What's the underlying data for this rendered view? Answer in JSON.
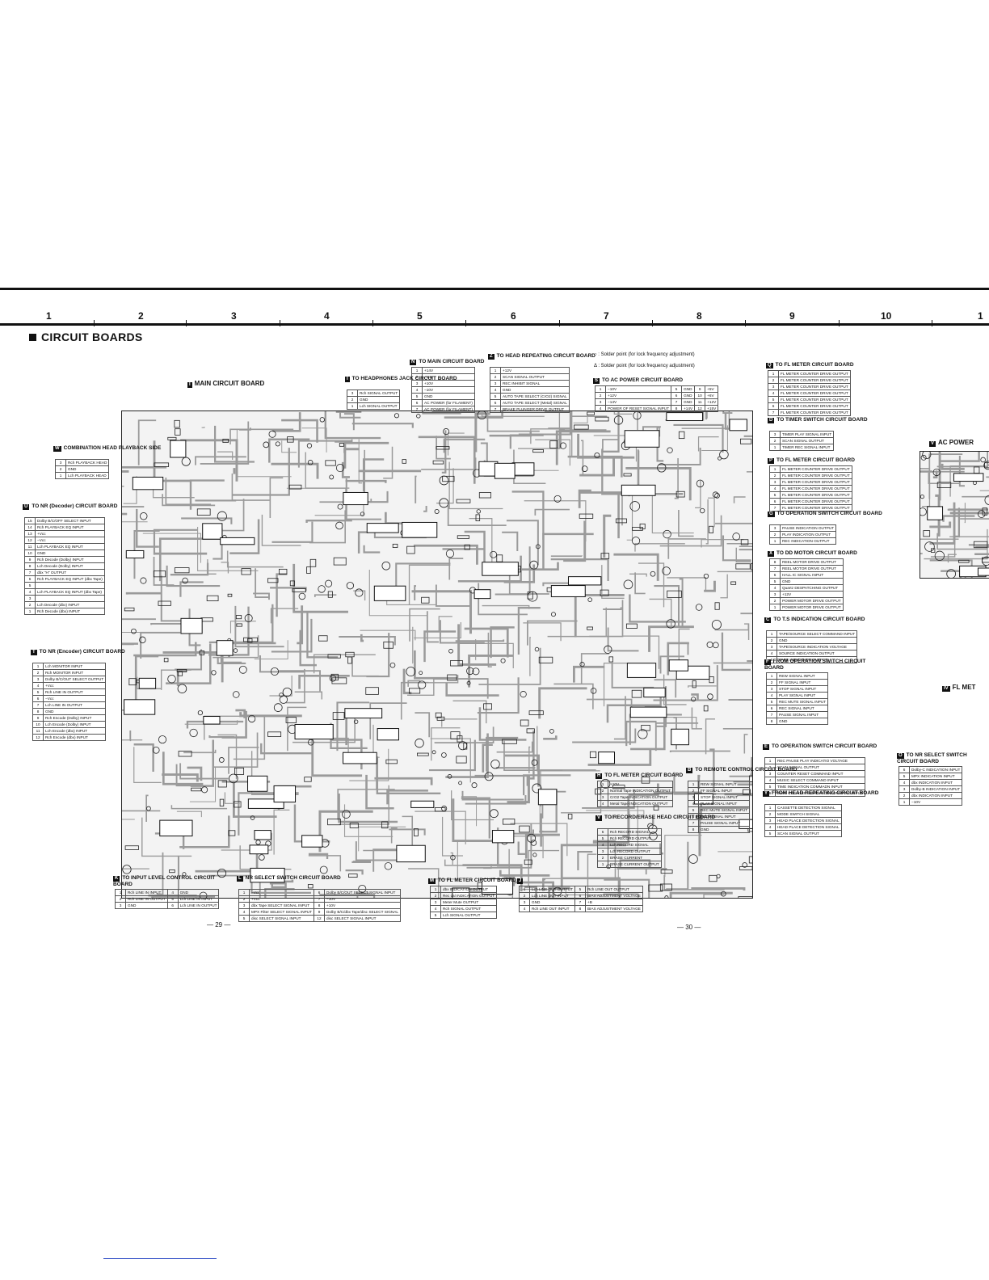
{
  "grid_numbers": [
    "1",
    "2",
    "3",
    "4",
    "5",
    "6",
    "7",
    "8",
    "9",
    "10",
    "1"
  ],
  "title": "CIRCUIT BOARDS",
  "main_board_label": "MAIN CIRCUIT BOARD",
  "main_board_tag": "I",
  "solder_notes": [
    "○ : Solder point (for lock frequency adjustment)",
    "Δ : Solder point (for lock frequency adjustment)"
  ],
  "connectors": [
    {
      "id": "N",
      "title": "TO MAIN CIRCUIT BOARD",
      "rows": [
        [
          "1",
          "+14V"
        ],
        [
          "2",
          "−14V"
        ],
        [
          "3",
          "+10V"
        ],
        [
          "4",
          "−10V"
        ],
        [
          "5",
          "GND"
        ],
        [
          "6",
          "AC POWER (for FILAMENT)"
        ],
        [
          "7",
          "AC POWER (for FILAMENT)"
        ]
      ]
    },
    {
      "id": "I",
      "title": "TO HEADPHONES JACK CIRCUIT BOARD",
      "rows": [
        [
          "3",
          "Rch SIGNAL OUTPUT"
        ],
        [
          "2",
          "GND"
        ],
        [
          "1",
          "Lch SIGNAL OUTPUT"
        ]
      ]
    },
    {
      "id": "Z",
      "title": "TO HEAD REPEATING CIRCUIT BOARD",
      "rows": [
        [
          "1",
          "+12V"
        ],
        [
          "2",
          "SCAN SIGNAL OUTPUT"
        ],
        [
          "3",
          "REC INHIBIT SIGNAL"
        ],
        [
          "4",
          "GND"
        ],
        [
          "5",
          "AUTO TAPE SELECT (CrO2) SIGNAL"
        ],
        [
          "6",
          "AUTO TAPE SELECT (Metal) SIGNAL"
        ],
        [
          "7",
          "BRAKE PLUNGER DRIVE OUTPUT"
        ]
      ]
    },
    {
      "id": "S",
      "title": "TO AC POWER CIRCUIT BOARD",
      "rows": [
        [
          "1",
          "−10V",
          "5",
          "GND",
          "9",
          "+5V"
        ],
        [
          "2",
          "+12V",
          "6",
          "GND",
          "10",
          "+6V"
        ],
        [
          "3",
          "−14V",
          "7",
          "GND",
          "11",
          "+12V"
        ],
        [
          "4",
          "POWER OF RESET SIGNAL INPUT",
          "8",
          "+14V",
          "12",
          "+15V"
        ]
      ]
    },
    {
      "id": "Q",
      "title": "TO FL METER CIRCUIT BOARD",
      "rows": [
        [
          "1",
          "FL METER COUNTER DRIVE OUTPUT"
        ],
        [
          "2",
          "FL METER COUNTER DRIVE OUTPUT"
        ],
        [
          "3",
          "FL METER COUNTER DRIVE OUTPUT"
        ],
        [
          "4",
          "FL METER COUNTER DRIVE OUTPUT"
        ],
        [
          "5",
          "FL METER COUNTER DRIVE OUTPUT"
        ],
        [
          "6",
          "FL METER COUNTER DRIVE OUTPUT"
        ],
        [
          "7",
          "FL METER COUNTER DRIVE OUTPUT"
        ]
      ]
    },
    {
      "id": "D",
      "title": "TO TIMER SWITCH CIRCUIT BOARD",
      "rows": [
        [
          "3",
          "TIMER PLAY SIGNAL INPUT"
        ],
        [
          "2",
          "SCAN SIGNAL OUTPUT"
        ],
        [
          "1",
          "TIMER REC SIGNAL INPUT"
        ]
      ]
    },
    {
      "id": "P",
      "title": "TO FL METER CIRCUIT BOARD",
      "rows": [
        [
          "1",
          "FL METER COUNTER DRIVE OUTPUT"
        ],
        [
          "2",
          "FL METER COUNTER DRIVE OUTPUT"
        ],
        [
          "3",
          "FL METER COUNTER DRIVE OUTPUT"
        ],
        [
          "4",
          "FL METER COUNTER DRIVE OUTPUT"
        ],
        [
          "5",
          "FL METER COUNTER DRIVE OUTPUT"
        ],
        [
          "6",
          "FL METER COUNTER DRIVE OUTPUT"
        ],
        [
          "7",
          "FL METER COUNTER DRIVE OUTPUT"
        ]
      ]
    },
    {
      "id": "G",
      "title": "TO OPERATION SWITCH CIRCUIT BOARD",
      "rows": [
        [
          "3",
          "PAUSE INDICATION OUTPUT"
        ],
        [
          "2",
          "PLAY INDICATION OUTPUT"
        ],
        [
          "1",
          "REC INDICATION OUTPUT"
        ]
      ]
    },
    {
      "id": "X",
      "title": "TO DD MOTOR CIRCUIT BOARD",
      "rows": [
        [
          "8",
          "REEL MOTOR DRIVE OUTPUT"
        ],
        [
          "7",
          "REEL MOTOR DRIVE OUTPUT"
        ],
        [
          "6",
          "HALL IC SIGNAL INPUT"
        ],
        [
          "5",
          "GND"
        ],
        [
          "4",
          "Quartz DESPATCHING OUTPUT"
        ],
        [
          "3",
          "+12V"
        ],
        [
          "2",
          "POWER MOTOR DRIVE OUTPUT"
        ],
        [
          "1",
          "POWER MOTOR DRIVE OUTPUT"
        ]
      ]
    },
    {
      "id": "C",
      "title": "TO T.S INDICATION CIRCUIT BOARD",
      "rows": [
        [
          "1",
          "TAPE/SOURCE SELECT COMMAND INPUT"
        ],
        [
          "2",
          "GND"
        ],
        [
          "3",
          "TAPE/SOURCE INDICATION VOLTAGE"
        ],
        [
          "4",
          "SOURCE INDICATION OUTPUT"
        ],
        [
          "5",
          "TAPE INDICATION OUTPUT"
        ]
      ]
    },
    {
      "id": "F",
      "title": "FROM OPERATION SWITCH CIRCUIT BOARD",
      "rows": [
        [
          "1",
          "REW SIGNAL INPUT"
        ],
        [
          "2",
          "FF SIGNAL INPUT"
        ],
        [
          "3",
          "STOP SIGNAL INPUT"
        ],
        [
          "4",
          "PLAY SIGNAL INPUT"
        ],
        [
          "5",
          "REC MUTE SIGNAL INPUT"
        ],
        [
          "6",
          "REC SIGNAL INPUT"
        ],
        [
          "7",
          "PAUSE SIGNAL INPUT"
        ],
        [
          "8",
          "GND"
        ]
      ]
    },
    {
      "id": "E",
      "title": "TO OPERATION SWITCH CIRCUIT BOARD",
      "rows": [
        [
          "1",
          "REC PAUSE PLAY INDICATIO VOLTAGE"
        ],
        [
          "2",
          "SCAN SIGNAL OUTPUT"
        ],
        [
          "3",
          "COUNTER RESET COMMAND INPUT"
        ],
        [
          "4",
          "MUSIC SELECT COMMAND INPUT"
        ],
        [
          "5",
          "TIME INDICATION COMMADN INPUT"
        ],
        [
          "6",
          "TAPE COUNTER INDICATION COMMAND INPUT"
        ]
      ]
    },
    {
      "id": "Y",
      "title": "FROM HEAD REPEATING CIRCUIT BOARD",
      "rows": [
        [
          "1",
          "CASSETTE DETECTION SIGNAL"
        ],
        [
          "2",
          "MODE SWITCH SIGNAL"
        ],
        [
          "3",
          "HEAD PLACE DETECTION SIGNAL"
        ],
        [
          "4",
          "HEAD PLACE DETECTION SIGNAL"
        ],
        [
          "5",
          "SCAN SIGNAL OUTPUT"
        ]
      ]
    },
    {
      "id": "B",
      "title": "TO REMOTE CONTROL CIRCUIT BOARD",
      "rows": [
        [
          "1",
          "REW SIGNAL INPUT"
        ],
        [
          "2",
          "FF SIGNAL INPUT"
        ],
        [
          "3",
          "STOP SIGNAL INPUT"
        ],
        [
          "4",
          "PLAY SIGNAL INPUT"
        ],
        [
          "5",
          "REC MUTE SIGNAL INPUT"
        ],
        [
          "6",
          "REC SIGNAL INPUT"
        ],
        [
          "7",
          "PAUSE SIGNAL INPUT"
        ],
        [
          "8",
          "GND"
        ]
      ]
    },
    {
      "id": "H",
      "title": "TO FL METER CIRCUIT BOARD",
      "rows": [
        [
          "1",
          "+10V"
        ],
        [
          "2",
          "Normal Tape INDICATION OUTPUT"
        ],
        [
          "3",
          "CrO2 Tape INDICATION OUTPUT"
        ],
        [
          "4",
          "Metal Tape INDICATION OUTPUT"
        ]
      ]
    },
    {
      "id": "V",
      "title": "TO/RECORD/ERASE HEAD CIRCUIT BOARD",
      "rows": [
        [
          "6",
          "Rch RECORD SIGNAL"
        ],
        [
          "5",
          "Rch RECORD OUTPUT"
        ],
        [
          "4",
          "Lch RECORD SIGNAL"
        ],
        [
          "3",
          "Lch RECORD OUTPUT"
        ],
        [
          "2",
          "ERASE CURRENT"
        ],
        [
          "1",
          "ERASE CURRENT OUTPUT"
        ]
      ]
    },
    {
      "id": "O",
      "title": "TO NR SELECT SWITCH CIRCUIT BOARD",
      "rows": [
        [
          "6",
          "Dolby-C INDICATION INPUT"
        ],
        [
          "5",
          "MPX INDICATION INPUT"
        ],
        [
          "4",
          "dbx INDICATION INPUT"
        ],
        [
          "3",
          "Dolby-B INDICATION INPUT"
        ],
        [
          "2",
          "dbx INDICATION INPUT"
        ],
        [
          "1",
          "−10V"
        ]
      ]
    },
    {
      "id": "W",
      "title": "COMBINATION HEAD PLAYBACK SIDE",
      "rows": [
        [
          "3",
          "Rch PLAYBACK HEAD"
        ],
        [
          "2",
          "GND"
        ],
        [
          "1",
          "Lch PLAYBACK HEAD"
        ]
      ]
    },
    {
      "id": "U",
      "title": "TO NR (Decoder) CIRCUIT BOARD",
      "rows": [
        [
          "15",
          "Dolby B/C/OFF SELECT INPUT"
        ],
        [
          "14",
          "Rch PLAYBACK EQ INPUT"
        ],
        [
          "13",
          "+Vcc"
        ],
        [
          "12",
          "−Vcc"
        ],
        [
          "11",
          "Lch PLAYBACK EQ INPUT"
        ],
        [
          "10",
          "GND"
        ],
        [
          "9",
          "Rch Decode (Dolby) INPUT"
        ],
        [
          "8",
          "Lch Decode (Dolby) INPUT"
        ],
        [
          "7",
          "dbx \"H\" OUTPUT"
        ],
        [
          "6",
          "Rch PLAYBACK EQ INPUT (dbx Tape)"
        ],
        [
          "5",
          ""
        ],
        [
          "4",
          "Lch PLAYBACK EQ INPUT (dbx Tape)"
        ],
        [
          "3",
          ""
        ],
        [
          "2",
          "Lch Decode (dbx) INPUT"
        ],
        [
          "1",
          "Rch Decode (dbx) INPUT"
        ]
      ]
    },
    {
      "id": "T",
      "title": "TO NR (Encoder) CIRCUIT BOARD",
      "rows": [
        [
          "1",
          "Lch MONITOR INPUT"
        ],
        [
          "2",
          "Rch MONITOR INPUT"
        ],
        [
          "3",
          "Dolby B/C/OUT SELECT OUTPUT"
        ],
        [
          "4",
          "+Vcc"
        ],
        [
          "5",
          "Rch LINE IN OUTPUT"
        ],
        [
          "6",
          "−Vcc"
        ],
        [
          "7",
          "Lch LINE IN OUTPUT"
        ],
        [
          "8",
          "GND"
        ],
        [
          "9",
          "Rch Encode (Dolby) INPUT"
        ],
        [
          "10",
          "Lch Encode (Dolby) INPUT"
        ],
        [
          "11",
          "Lch Encode (dbx) INPUT"
        ],
        [
          "12",
          "Rch Encode (dbx) INPUT"
        ]
      ]
    },
    {
      "id": "K",
      "title": "TO INPUT LEVEL CONTROL CIRCUIT BOARD",
      "rows": [
        [
          "1",
          "Rch LINE IN INPUT",
          "4",
          "GND"
        ],
        [
          "2",
          "Rch LINE IN OUTPUT",
          "5",
          "Lch LINE IN INPUT"
        ],
        [
          "3",
          "GND",
          "6",
          "Lch LINE IN OUTPUT"
        ]
      ]
    },
    {
      "id": "L",
      "title": "NR SELECT SWITCH CIRCUIT BOARD",
      "rows": [
        [
          "1",
          "−Vcc",
          "6",
          "Dolby B/C/OUT SELECT SIGNAL INPUT"
        ],
        [
          "2",
          "+Vcc",
          "7",
          "−10V"
        ],
        [
          "3",
          "dbx Tape SELECT SIGNAL INPUT",
          "8",
          "+10V"
        ],
        [
          "4",
          "MPX Filter SELECT SIGNAL INPUT",
          "9",
          "Dolby B/C/dbx Tape/disc SELECT SIGNAL"
        ],
        [
          "5",
          "disc SELECT SIGNAL INPUT",
          "12",
          "disc SELECT SIGNAL INPUT"
        ]
      ]
    },
    {
      "id": "M",
      "title": "TO FL METER CIRCUIT BOARD",
      "rows": [
        [
          "1",
          "dbx INDICATION OUTPUT"
        ],
        [
          "2",
          "Rec cal INDICATION OUTPUT"
        ],
        [
          "3",
          "Meter Mute OUTPUT"
        ],
        [
          "4",
          "Rch SIGNAL OUTPUT"
        ],
        [
          "5",
          "Lch SIGNAL OUTPUT"
        ]
      ]
    },
    {
      "id": "J",
      "title": "",
      "rows": [
        [
          "1",
          "Lch LINE OUT OUTPUT",
          "5",
          "Rch LINE OUT OUTPUT"
        ],
        [
          "2",
          "Lch LINE OUT INPUT",
          "6",
          "BIAS ADJUSTMENT VOLTAGE"
        ],
        [
          "3",
          "GND",
          "7",
          "+B"
        ],
        [
          "4",
          "Rch LINE OUT INPUT",
          "8",
          "BIAS ADJUSTMENT VOLTAGE"
        ]
      ]
    }
  ],
  "edge_labels": {
    "v_title": "AC POWER",
    "iv_title": "FL MET"
  },
  "page_numbers": [
    "— 29 —",
    "— 30 —"
  ]
}
